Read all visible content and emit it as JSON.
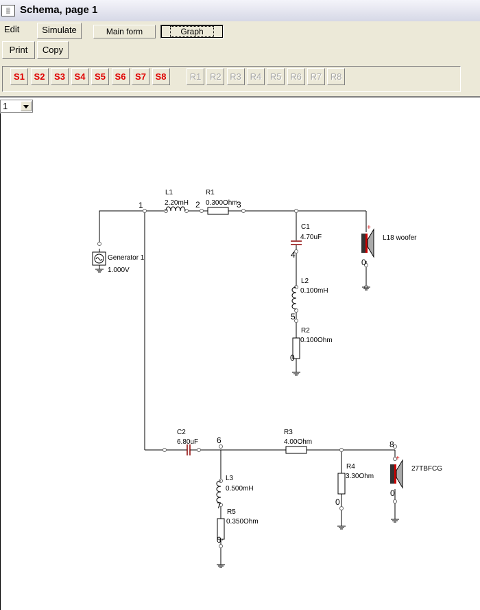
{
  "window": {
    "title": "Schema, page 1",
    "icon": "app-icon"
  },
  "menu": {
    "edit": "Edit",
    "simulate": "Simulate",
    "main_form": "Main form",
    "graph": "Graph"
  },
  "toolbar": {
    "print": "Print",
    "copy": "Copy"
  },
  "slots": {
    "s": [
      "S1",
      "S2",
      "S3",
      "S4",
      "S5",
      "S6",
      "S7",
      "S8"
    ],
    "r": [
      "R1",
      "R2",
      "R3",
      "R4",
      "R5",
      "R6",
      "R7",
      "R8"
    ]
  },
  "page_select": {
    "value": "1"
  },
  "schematic": {
    "nodes": {
      "n1": "1",
      "n2": "2",
      "n3": "3",
      "n4": "4",
      "n5": "5",
      "n6": "6",
      "n7": "7",
      "n8": "8",
      "g": "0"
    },
    "generator": {
      "name": "Generator 1",
      "value": "1.000V"
    },
    "L1": {
      "name": "L1",
      "value": "2.20mH"
    },
    "R1": {
      "name": "R1",
      "value": "0.300Ohm"
    },
    "C1": {
      "name": "C1",
      "value": "4.70uF"
    },
    "L2": {
      "name": "L2",
      "value": "0.100mH"
    },
    "R2": {
      "name": "R2",
      "value": "0.100Ohm"
    },
    "woofer": {
      "name": "L18 woofer"
    },
    "C2": {
      "name": "C2",
      "value": "6.80uF"
    },
    "R3": {
      "name": "R3",
      "value": "4.00Ohm"
    },
    "L3": {
      "name": "L3",
      "value": "0.500mH"
    },
    "R5": {
      "name": "R5",
      "value": "0.350Ohm"
    },
    "R4": {
      "name": "R4",
      "value": "3.30Ohm"
    },
    "tweeter": {
      "name": "27TBFCG"
    }
  },
  "colors": {
    "active_slot": "#e00000",
    "disabled_slot": "#a8a8a8",
    "wire": "#000000",
    "speaker_plus": "#d00000"
  }
}
